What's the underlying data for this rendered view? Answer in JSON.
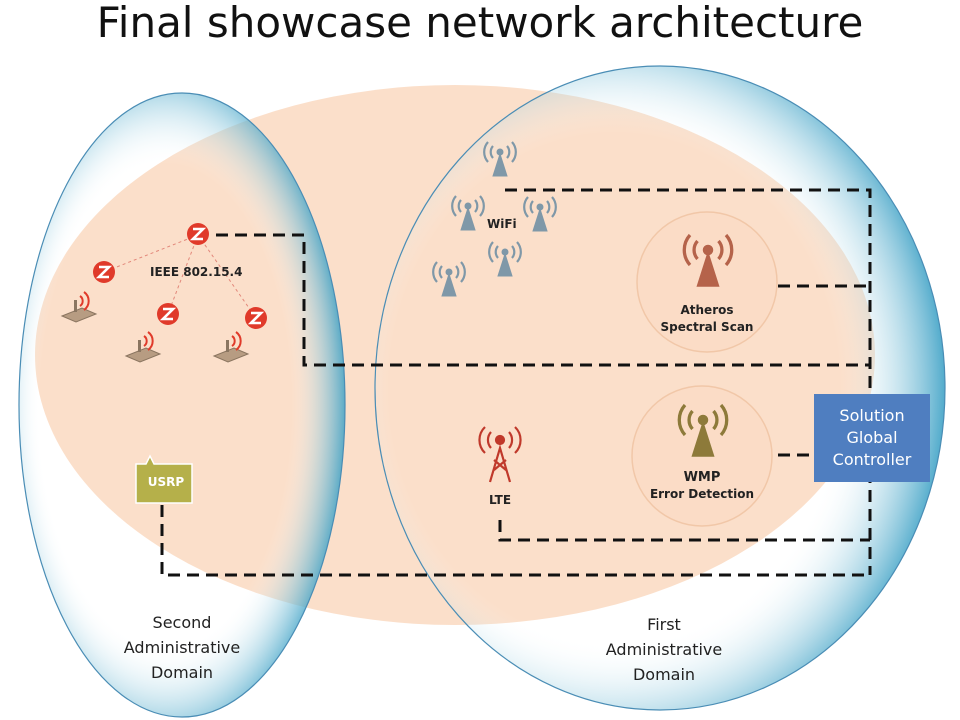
{
  "title": "Final showcase network architecture",
  "labels": {
    "ieee": "IEEE 802.15.4",
    "wifi": "WiFi",
    "atheros_line1": "Atheros",
    "atheros_line2": "Spectral Scan",
    "wmp_line1": "WMP",
    "wmp_line2": "Error Detection",
    "lte": "LTE",
    "usrp": "USRP"
  },
  "controller": {
    "line1": "Solution",
    "line2": "Global",
    "line3": "Controller"
  },
  "domains": {
    "second": [
      "Second",
      "Administrative",
      "Domain"
    ],
    "first": [
      "First",
      "Administrative",
      "Domain"
    ]
  },
  "icons": {
    "zigbee": "zigbee-z-icon",
    "sensor": "sensor-node-icon",
    "antenna": "wifi-antenna-icon",
    "tower": "lte-tower-icon",
    "usrp": "usrp-device-icon"
  },
  "colors": {
    "central_ellipse": "#fbdcc6",
    "domain_edge": "#4aa6c8",
    "zigbee": "#e03a2a",
    "wifi_antenna": "#7f98a8",
    "atheros_antenna": "#b5634a",
    "wmp_antenna": "#8d7a3a",
    "lte_tower": "#c0392b",
    "usrp": "#b5b04a",
    "controller": "#4f7ec0",
    "links": "#111111"
  }
}
